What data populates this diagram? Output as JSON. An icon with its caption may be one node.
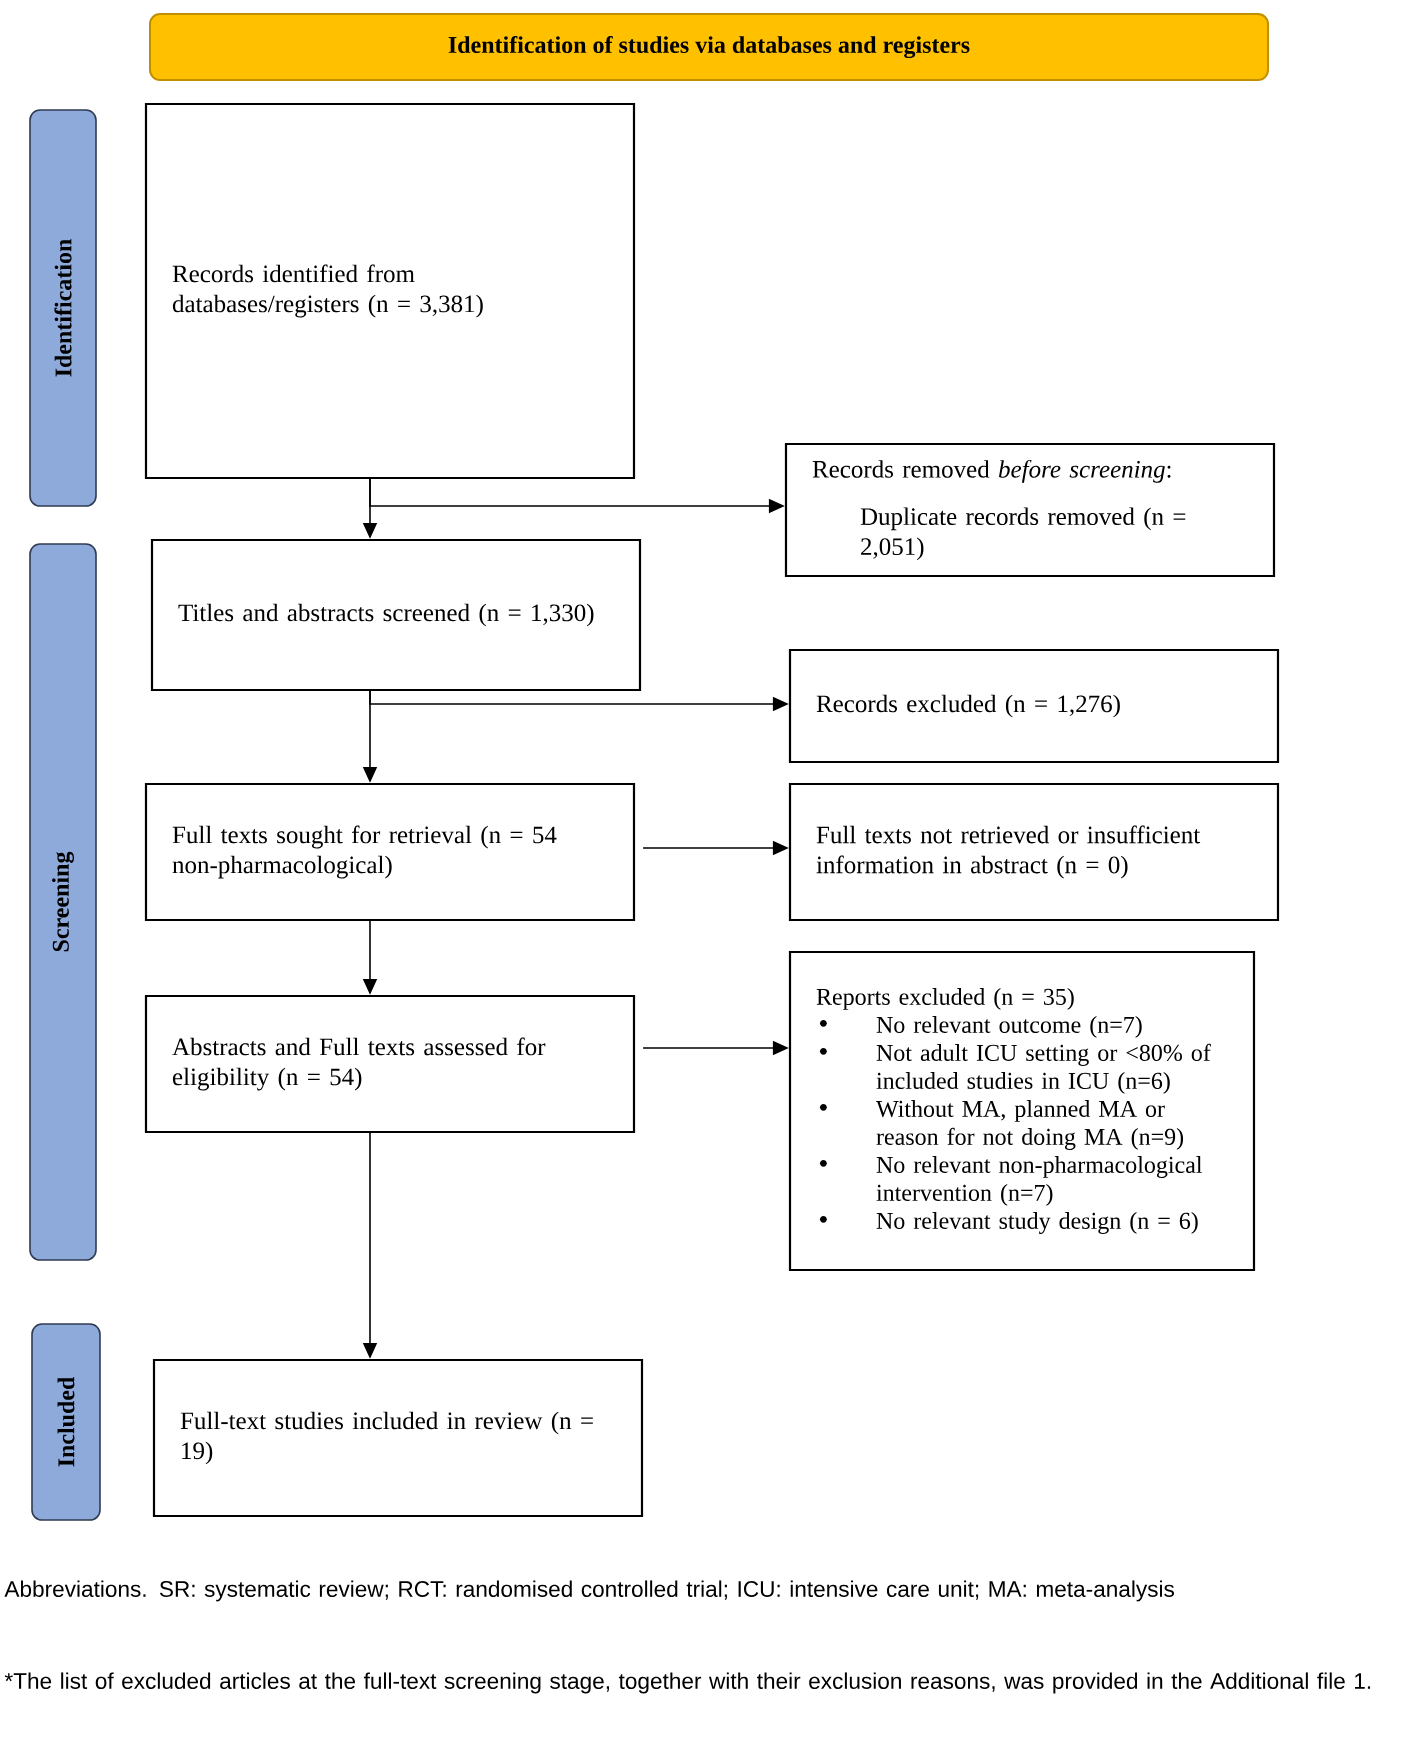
{
  "diagram": {
    "title": "Identification of studies via databases and registers",
    "nodes": [
      {
        "text": [
          "Identification"
        ]
      },
      {
        "text": [
          "Screening"
        ]
      },
      {
        "text": [
          "Included"
        ]
      },
      {
        "text": [
          "Records identified from databases/registers (n = 3,381)"
        ]
      },
      {
        "text": [
          "Records removed *before screening*:",
          "Duplicate records removed (n = 2,051)"
        ]
      },
      {
        "text": [
          "Titles and abstracts screened (n = 1,330)"
        ]
      },
      {
        "text": [
          "Records excluded (n = 1,276)"
        ]
      },
      {
        "text": [
          "Full texts sought for retrieval (n = 54 non-pharmacological)"
        ]
      },
      {
        "text": [
          "Full texts not retrieved or insufficient information in abstract (n = 0)"
        ]
      },
      {
        "text": [
          "Abstracts and Full texts assessed for eligibility (n = 54)"
        ]
      },
      {
        "text": [
          "Reports excluded (n = 35)",
          "No relevant outcome (n=7)",
          "Not adult ICU setting or <80% of included studies in ICU (n=6)",
          "Without MA, planned MA or reason for not doing MA (n=9)",
          "No relevant non-pharmacological intervention (n=7)",
          "No relevant study design (n = 6)"
        ]
      },
      {
        "text": [
          "Full-text studies included in review (n = 19)"
        ]
      }
    ],
    "edges": [
      {
        "from": 3,
        "to": 5,
        "arrow": "to"
      },
      {
        "from": 3,
        "to": 4,
        "arrow": "to"
      },
      {
        "from": 5,
        "to": 7,
        "arrow": "to"
      },
      {
        "from": 5,
        "to": 6,
        "arrow": "to"
      },
      {
        "from": 7,
        "to": 8,
        "arrow": "to"
      },
      {
        "from": 7,
        "to": 9,
        "arrow": "to"
      },
      {
        "from": 9,
        "to": 10,
        "arrow": "to"
      },
      {
        "from": 9,
        "to": 11,
        "arrow": "to"
      }
    ],
    "labels": [
      "Abbreviations. SR: systematic review; RCT: randomised controlled trial; ICU: intensive care unit; MA: meta-analysis",
      "*The list of excluded articles at the full-text screening stage, together with their exclusion reasons, was provided in the Additional file 1."
    ]
  }
}
